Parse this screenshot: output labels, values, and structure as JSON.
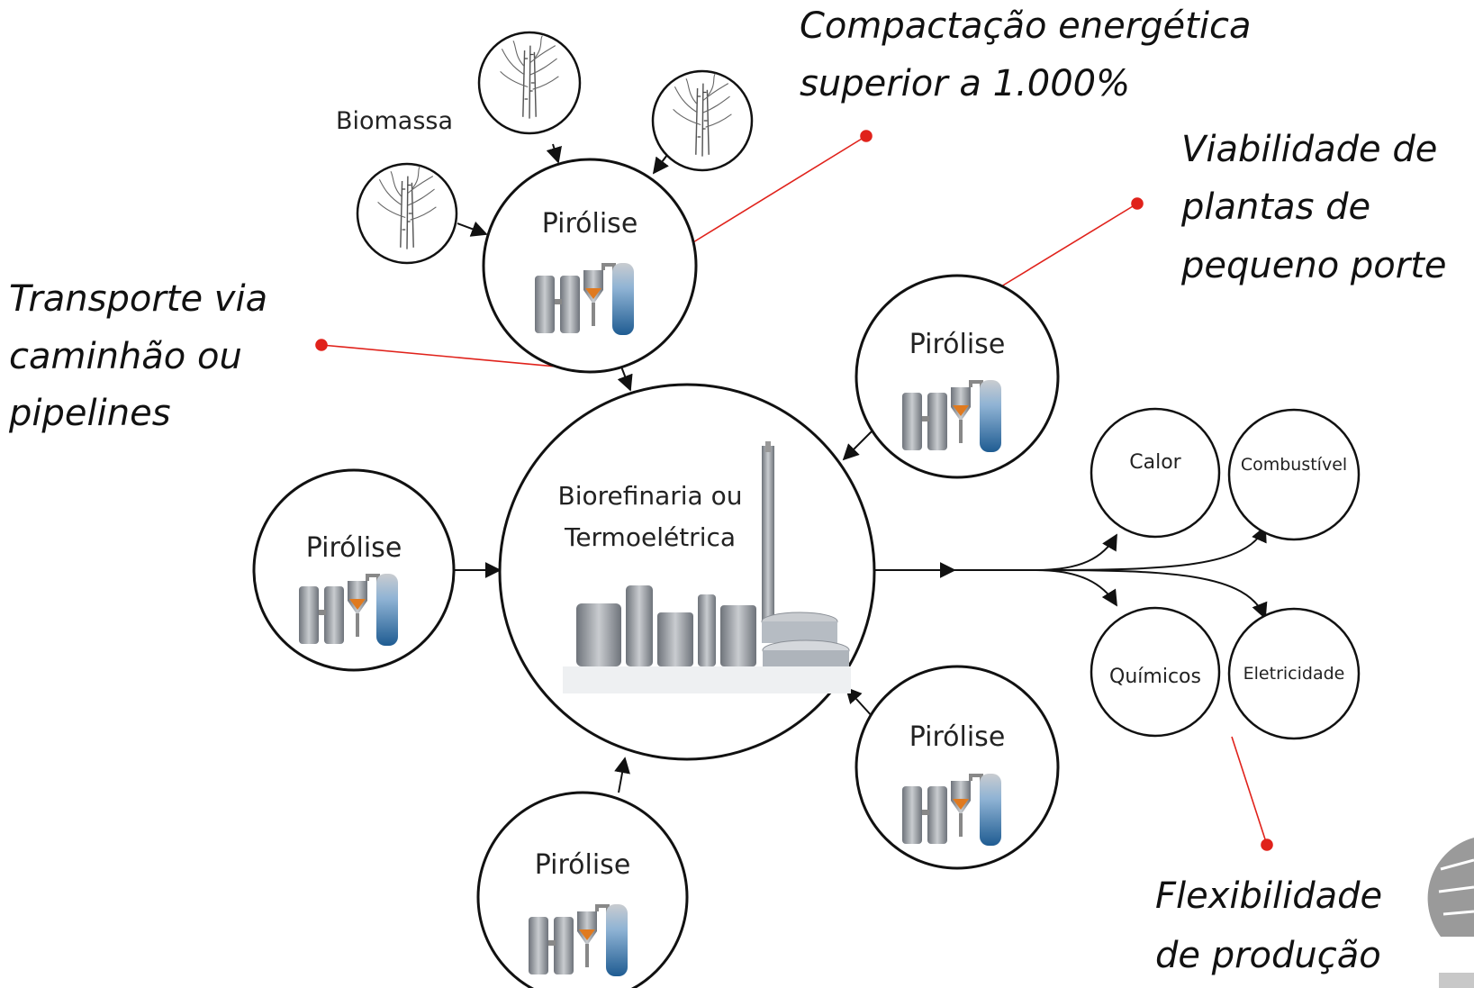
{
  "annotations": {
    "compactacao": [
      "Compactação energética",
      "superior a 1.000%"
    ],
    "viabilidade": [
      "Viabilidade de",
      "plantas de",
      "pequeno porte"
    ],
    "transporte": [
      "Transporte via",
      "caminhão ou",
      "pipelines"
    ],
    "flexibilidade": [
      "Flexibilidade",
      "de produção"
    ]
  },
  "nodes": {
    "biomassa_label": "Biomassa",
    "pirolise": "Pirólise",
    "center": [
      "Biorefinaria ou",
      "Termoelétrica"
    ],
    "products": {
      "calor": "Calor",
      "combustivel": "Combustível",
      "quimicos": "Químicos",
      "eletricidade": "Eletricidade"
    }
  },
  "colors": {
    "annotation_line": "#e0221b",
    "reactor_blue": "#2f6ea6",
    "reactor_gray": "#8a8f96",
    "reactor_flame": "#e07a1f"
  },
  "icons": {
    "biomass": "sugarcane-icon",
    "reactor": "pyrolysis-reactor-icon",
    "refinery": "refinery-plant-icon"
  }
}
